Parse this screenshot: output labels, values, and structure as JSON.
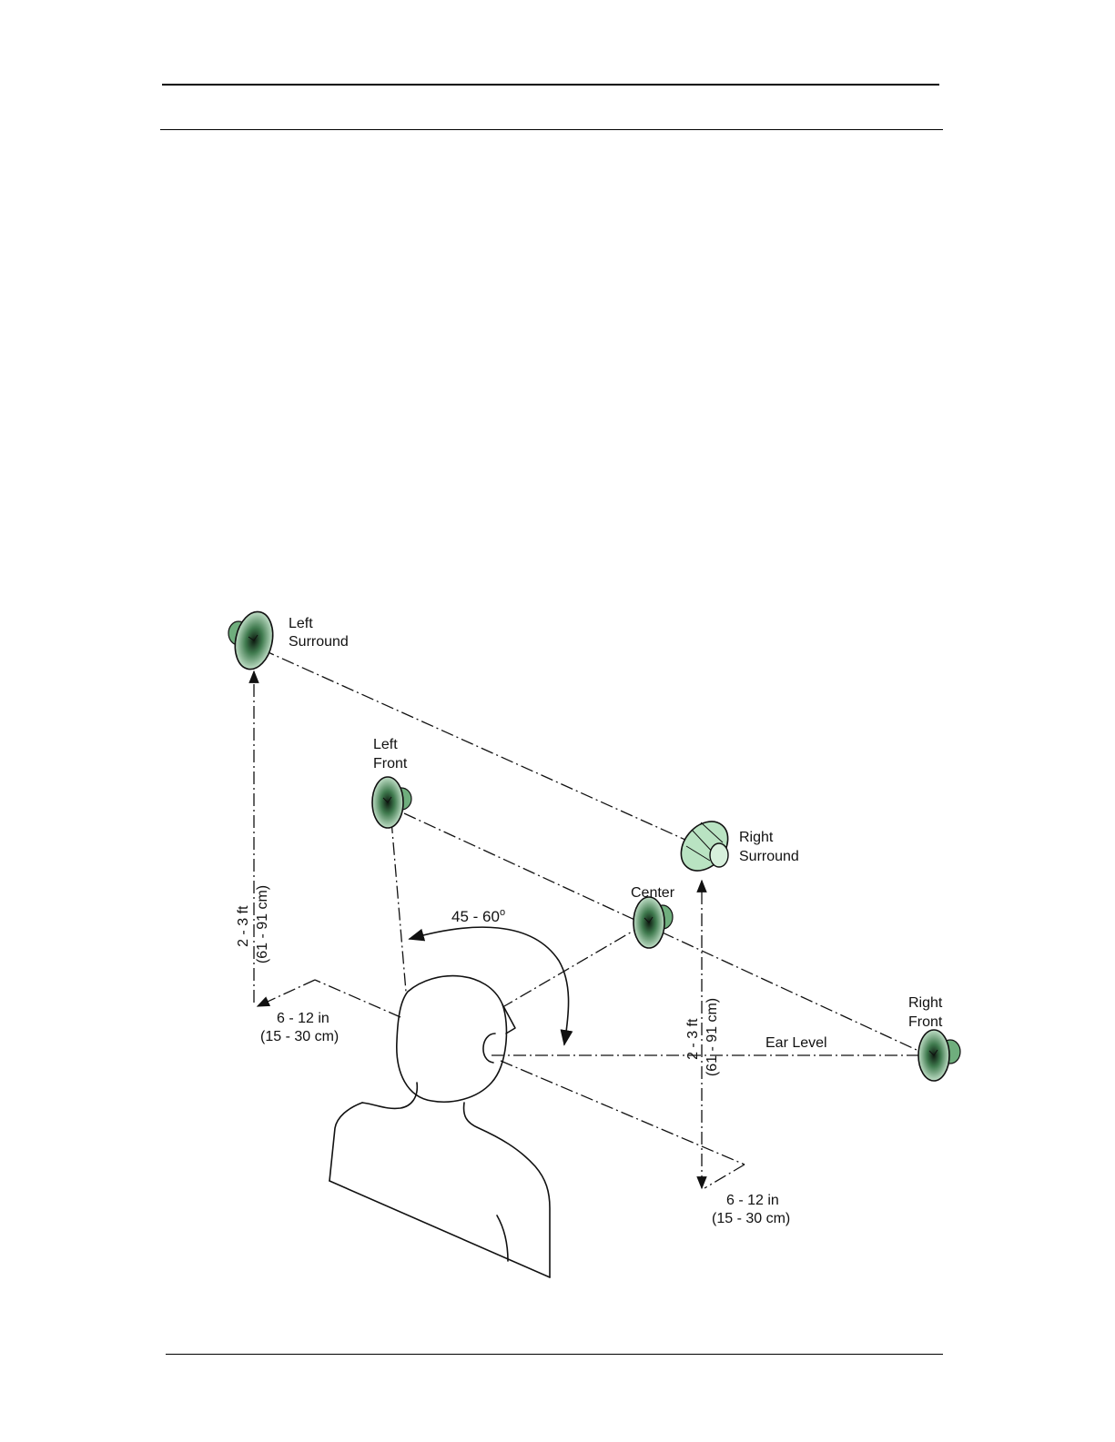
{
  "speakers": {
    "left_surround": [
      "Left",
      "Surround"
    ],
    "left_front": [
      "Left",
      "Front"
    ],
    "center": [
      "Center"
    ],
    "right_surround": [
      "Right",
      "Surround"
    ],
    "right_front": [
      "Right",
      "Front"
    ]
  },
  "labels": {
    "angle": "45 - 60",
    "angle_unit": "o",
    "ear_level": "Ear Level",
    "height_left": [
      "2 - 3 ft",
      "(61 - 91 cm)"
    ],
    "height_right": [
      "2 - 3 ft",
      "(61 - 91 cm)"
    ],
    "offset_left": [
      "6 - 12 in",
      "(15 - 30 cm)"
    ],
    "offset_right": [
      "6 - 12 in",
      "(15 - 30 cm)"
    ]
  }
}
